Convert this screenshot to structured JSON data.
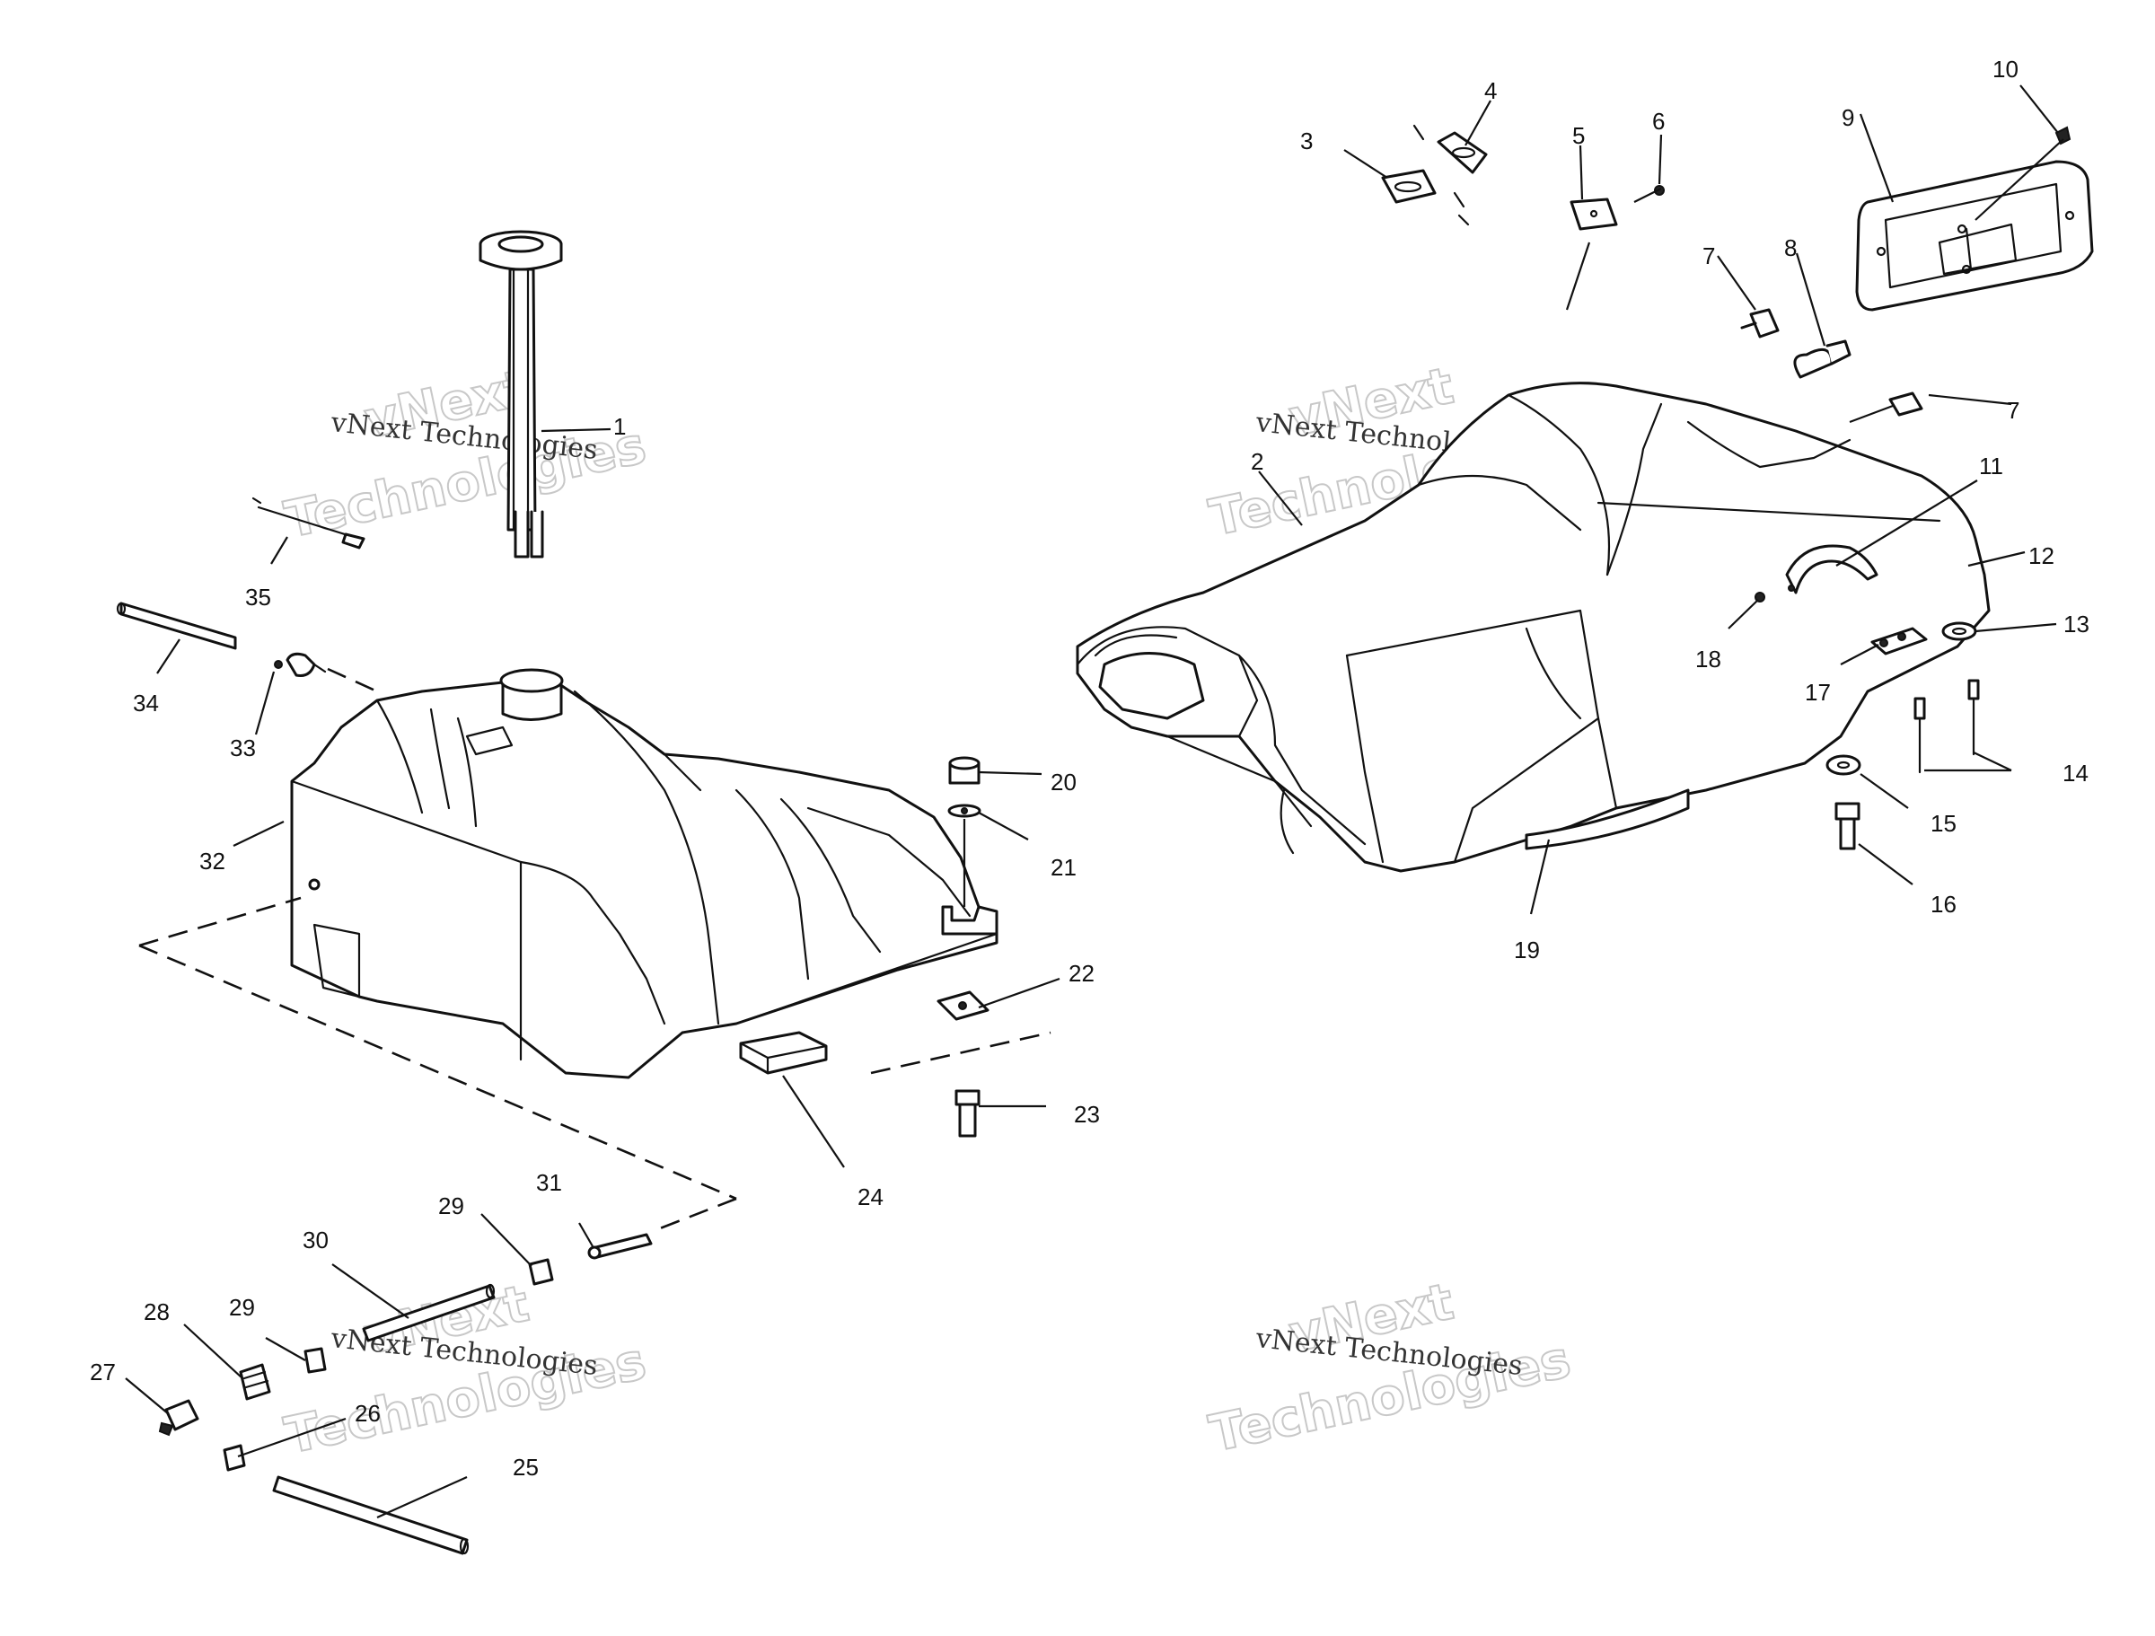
{
  "callouts": {
    "c1": "1",
    "c2": "2",
    "c3": "3",
    "c4": "4",
    "c5": "5",
    "c6": "6",
    "c7a": "7",
    "c7b": "7",
    "c8": "8",
    "c9": "9",
    "c10": "10",
    "c11": "11",
    "c12": "12",
    "c13": "13",
    "c14": "14",
    "c15": "15",
    "c16": "16",
    "c17": "17",
    "c18": "18",
    "c19": "19",
    "c20": "20",
    "c21": "21",
    "c22": "22",
    "c23": "23",
    "c24": "24",
    "c25": "25",
    "c26": "26",
    "c27": "27",
    "c28": "28",
    "c29a": "29",
    "c29b": "29",
    "c30": "30",
    "c31": "31",
    "c32": "32",
    "c33": "33",
    "c34": "34",
    "c35": "35"
  },
  "watermark": {
    "line": "vNext Technologies",
    "outline_top": "vNext",
    "outline_bottom": "Technologies"
  }
}
